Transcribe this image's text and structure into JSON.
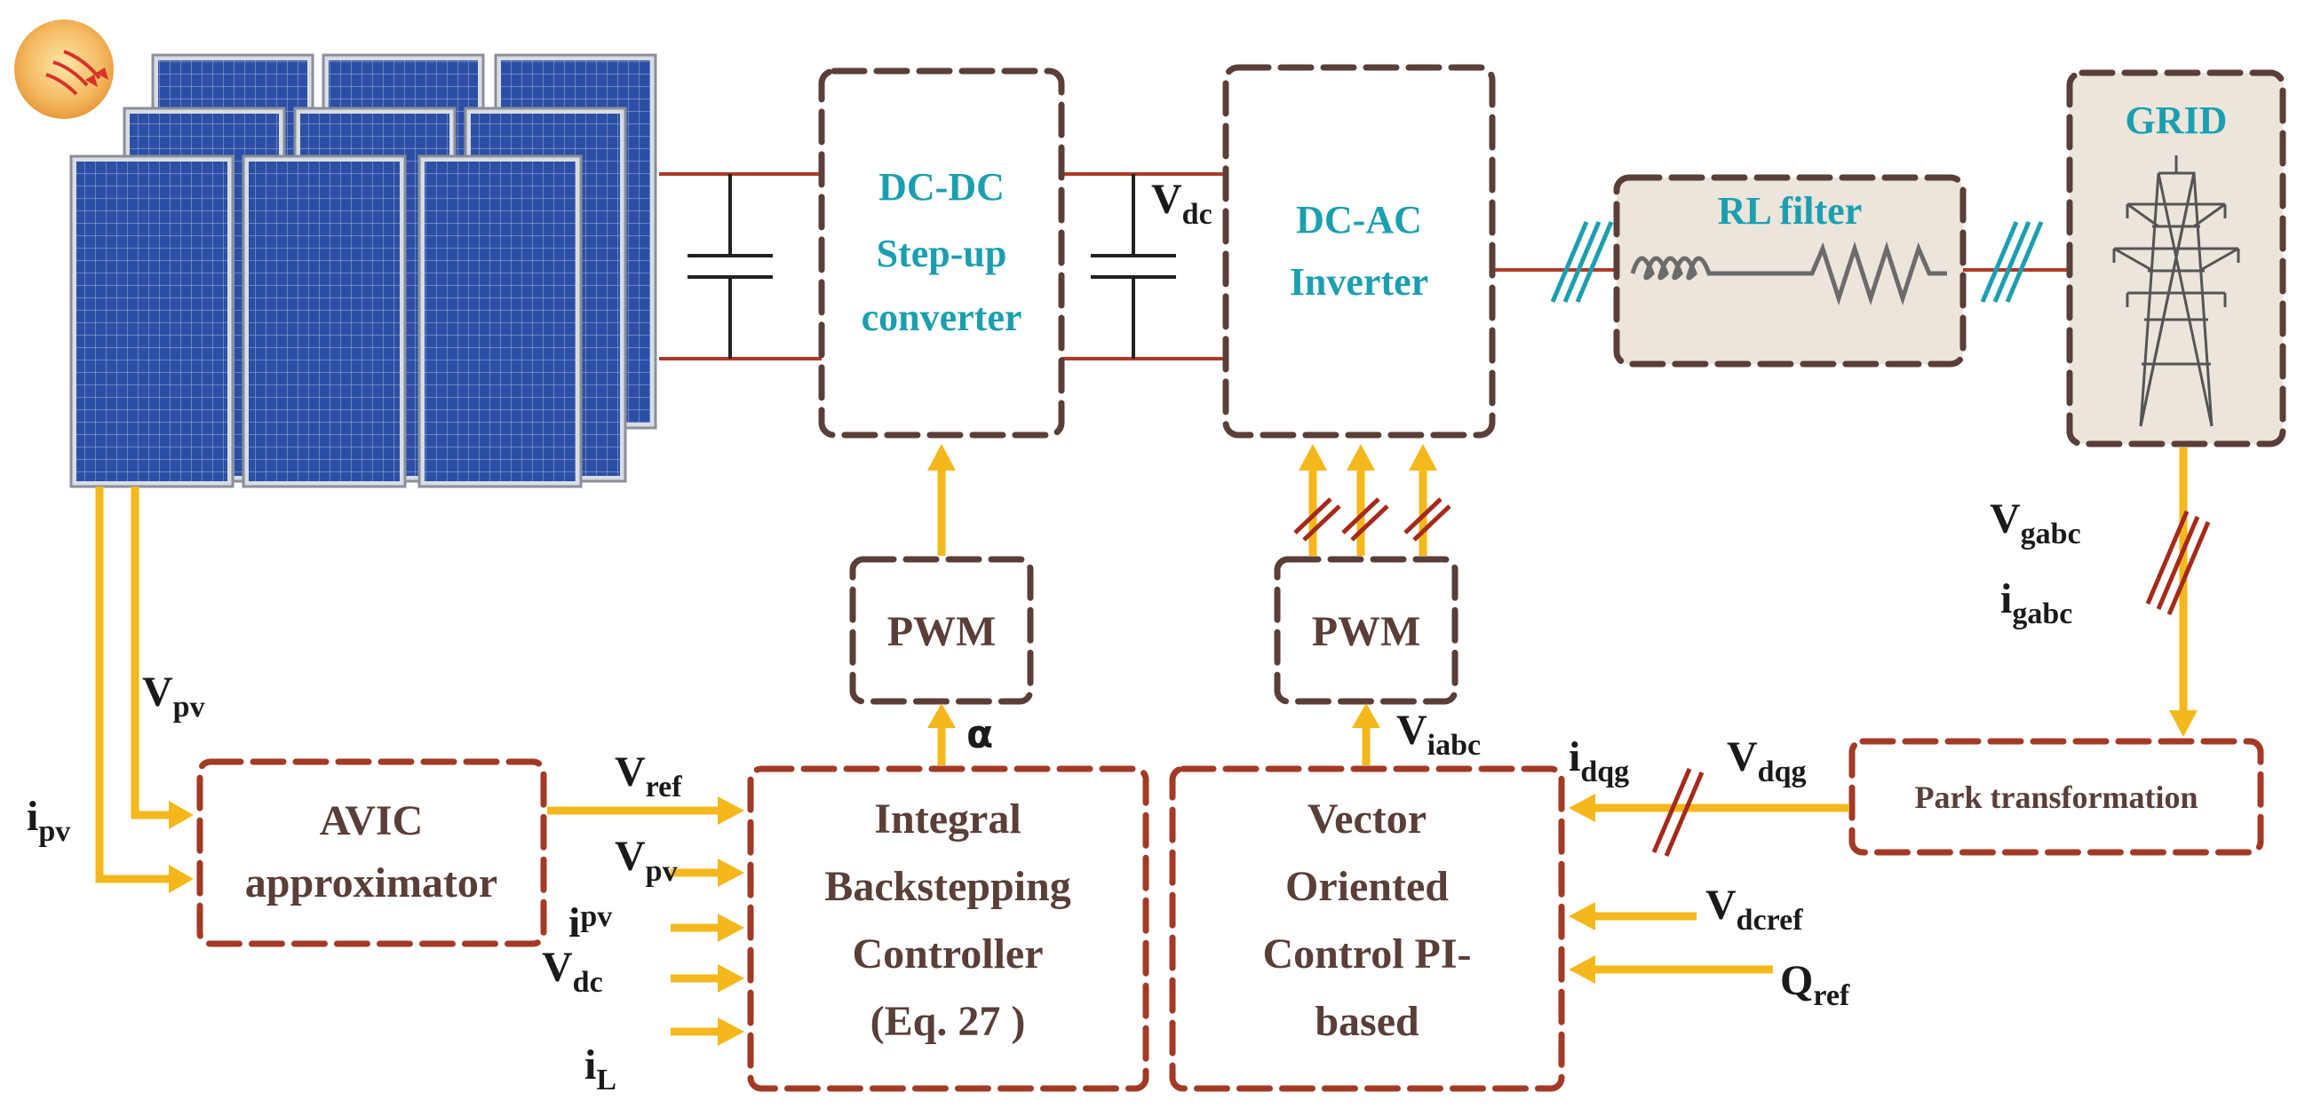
{
  "blocks": {
    "dcdc": [
      "DC-DC",
      "Step-up",
      "converter"
    ],
    "dcac": [
      "DC-AC",
      "Inverter"
    ],
    "rl_filter": "RL filter",
    "grid": "GRID",
    "pwm1": "PWM",
    "pwm2": "PWM",
    "avic": [
      "AVIC",
      "approximator"
    ],
    "ibc": [
      "Integral",
      "Backstepping",
      "Controller",
      "(Eq. 27 )"
    ],
    "voc": [
      "Vector",
      "Oriented",
      "Control PI-",
      "based"
    ],
    "park": "Park transformation"
  },
  "signals": {
    "vdc_bus": {
      "main": "V",
      "sub": "dc"
    },
    "vpv_left": {
      "main": "V",
      "sub": "pv"
    },
    "ipv_left": {
      "main": "i",
      "sub": "pv"
    },
    "vref": {
      "main": "V",
      "sub": "ref"
    },
    "vpv_ibc": {
      "main": "V",
      "sub": "pv"
    },
    "ipv_ibc": {
      "main": "i",
      "sub": "pv"
    },
    "vdc_ibc": {
      "main": "V",
      "sub": "dc"
    },
    "il": {
      "main": "i",
      "sub": "L"
    },
    "alpha": "α",
    "viabc": {
      "main": "V",
      "sub": "iabc"
    },
    "idqg": {
      "main": "i",
      "sub": "dqg"
    },
    "vdqg": {
      "main": "V",
      "sub": "dqg"
    },
    "vgabc": {
      "main": "V",
      "sub": "gabc"
    },
    "igabc": {
      "main": "i",
      "sub": "gabc"
    },
    "vdcref": {
      "main": "V",
      "sub": "dcref"
    },
    "qref": {
      "main": "Q",
      "sub": "ref"
    }
  },
  "colors": {
    "teal_text": "#1b9fb0",
    "brown_border": "#5a3e38",
    "red_border": "#a33a26",
    "arrow_yellow": "#f4b81c",
    "wire_red": "#b03a28",
    "filter_fill": "#ece5dc"
  },
  "icons": [
    "sun-icon",
    "pv-array-icon",
    "capacitor-icon",
    "inductor-icon",
    "resistor-icon",
    "transmission-tower-icon"
  ]
}
